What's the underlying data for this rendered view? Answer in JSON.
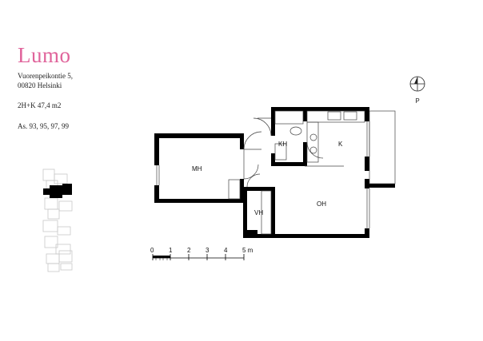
{
  "brand": {
    "name": "Lumo",
    "color": "#e0649b"
  },
  "address": {
    "street": "Vuorenpeikontie 5,",
    "postal": "00820 Helsinki"
  },
  "apartment": {
    "type": "2H+K 47,4 m2",
    "units": "As. 93, 95, 97, 99"
  },
  "compass": {
    "label": "P"
  },
  "rooms": {
    "mh": "MH",
    "kh": "KH",
    "k": "K",
    "vh": "VH",
    "oh": "OH"
  },
  "scale": {
    "ticks": [
      "0",
      "1",
      "2",
      "3",
      "4",
      "5 m"
    ]
  }
}
